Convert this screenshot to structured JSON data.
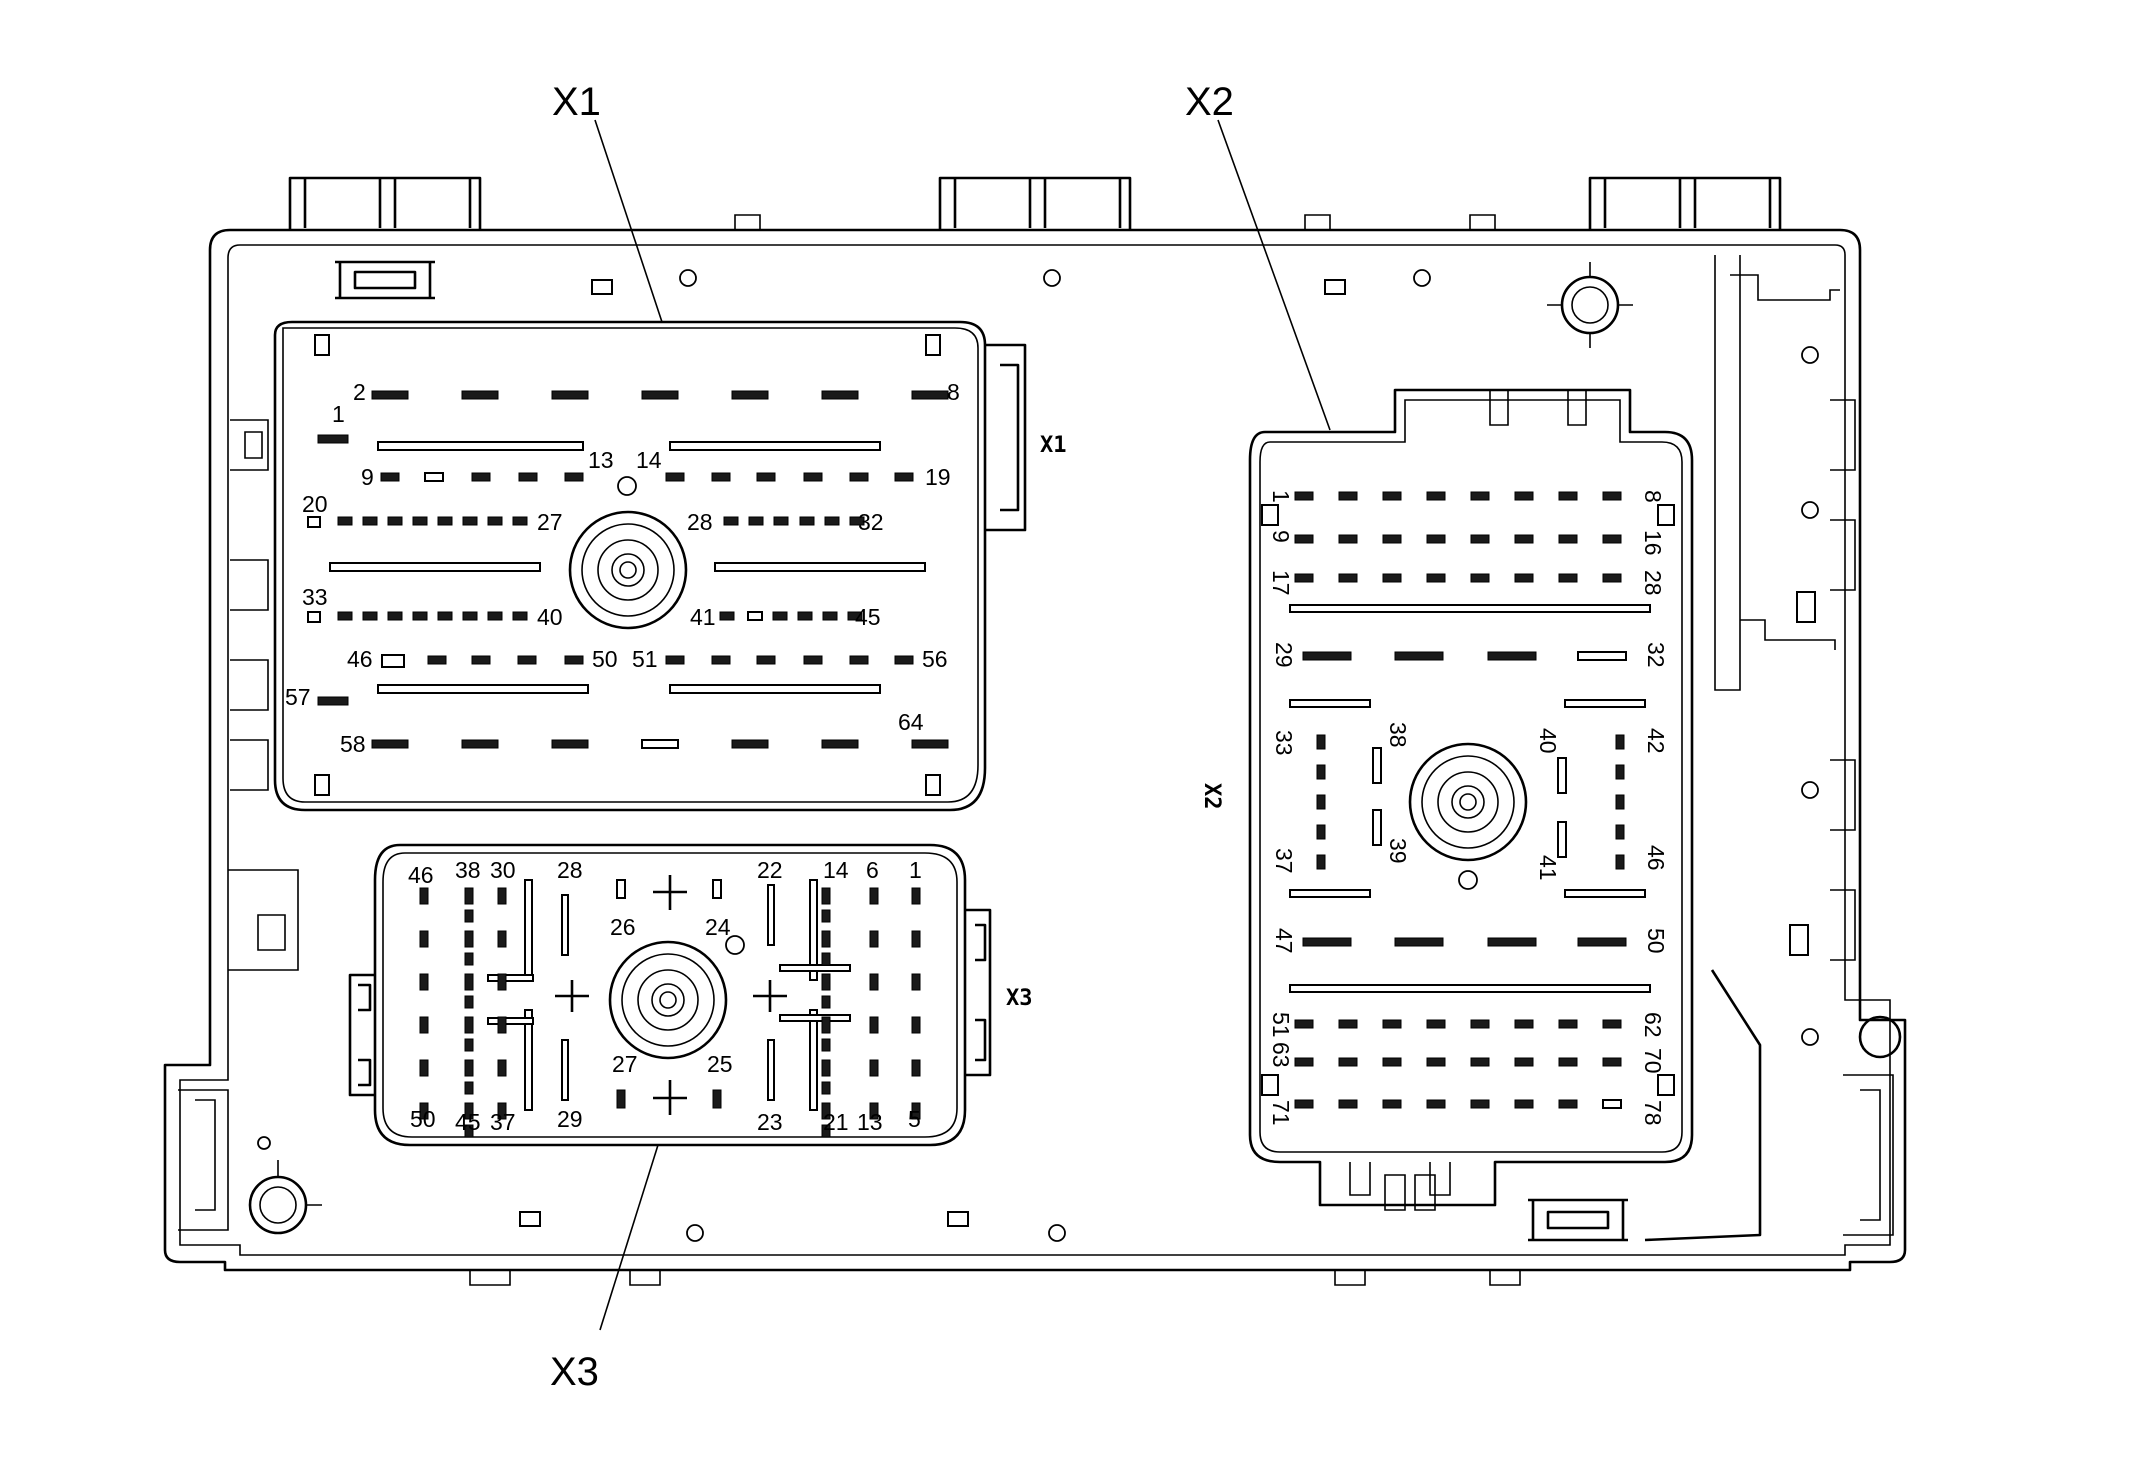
{
  "callouts": {
    "x1": "X1",
    "x2": "X2",
    "x3": "X3"
  },
  "side_labels": {
    "x1": "X1",
    "x2": "X2",
    "x3": "X3"
  },
  "x1": {
    "pins": [
      "1",
      "2",
      "8",
      "9",
      "13",
      "14",
      "19",
      "20",
      "27",
      "28",
      "32",
      "33",
      "40",
      "41",
      "45",
      "46",
      "50",
      "51",
      "56",
      "57",
      "58",
      "64"
    ]
  },
  "x2": {
    "pins": [
      "1",
      "8",
      "9",
      "16",
      "17",
      "28",
      "29",
      "32",
      "33",
      "38",
      "40",
      "42",
      "37",
      "39",
      "41",
      "46",
      "47",
      "50",
      "51",
      "62",
      "63",
      "70",
      "71",
      "78"
    ]
  },
  "x3": {
    "pins": [
      "46",
      "38",
      "30",
      "28",
      "22",
      "14",
      "6",
      "1",
      "26",
      "24",
      "27",
      "25",
      "50",
      "45",
      "37",
      "29",
      "23",
      "21",
      "13",
      "5"
    ]
  }
}
